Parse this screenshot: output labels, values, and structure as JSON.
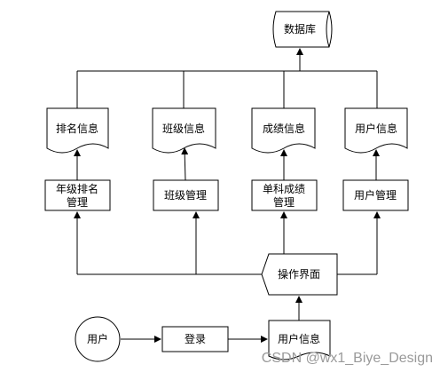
{
  "nodes": {
    "database": "数据库",
    "doc_rank": "排名信息",
    "doc_class": "班级信息",
    "doc_score": "成绩信息",
    "doc_user": "用户信息",
    "proc_rank_line1": "年级排名",
    "proc_rank_line2": "管理",
    "proc_class": "班级管理",
    "proc_score_line1": "单科成绩",
    "proc_score_line2": "管理",
    "proc_user": "用户管理",
    "interface": "操作界面",
    "user": "用户",
    "login": "登录",
    "user_info": "用户信息"
  },
  "watermark": "CSDN @wx1_Biye_Design"
}
